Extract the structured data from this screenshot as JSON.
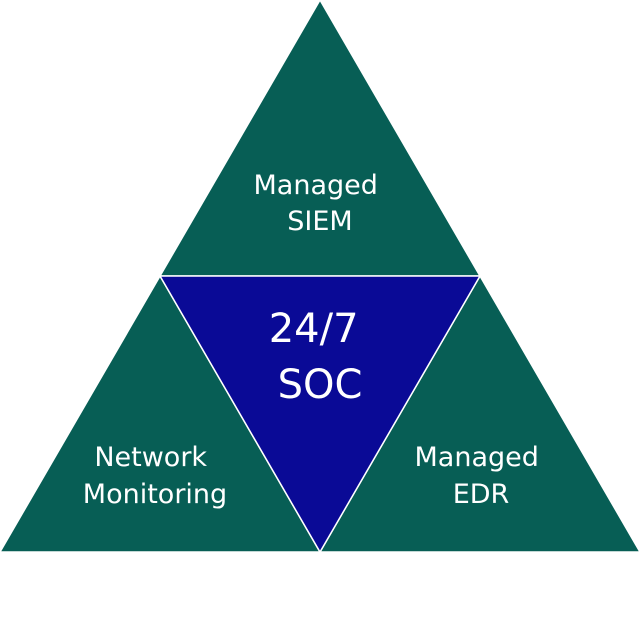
{
  "colors": {
    "outer_triangles": "#075e55",
    "center_triangle": "#0a0a96",
    "edge": "#ffffff",
    "text": "#ffffff"
  },
  "segments": {
    "top": {
      "line1": "Managed",
      "line2": "SIEM"
    },
    "center": {
      "line1": "24/7",
      "line2": "SOC"
    },
    "left": {
      "line1": "Network",
      "line2": "Monitoring"
    },
    "right": {
      "line1": "Managed",
      "line2": "EDR"
    }
  }
}
